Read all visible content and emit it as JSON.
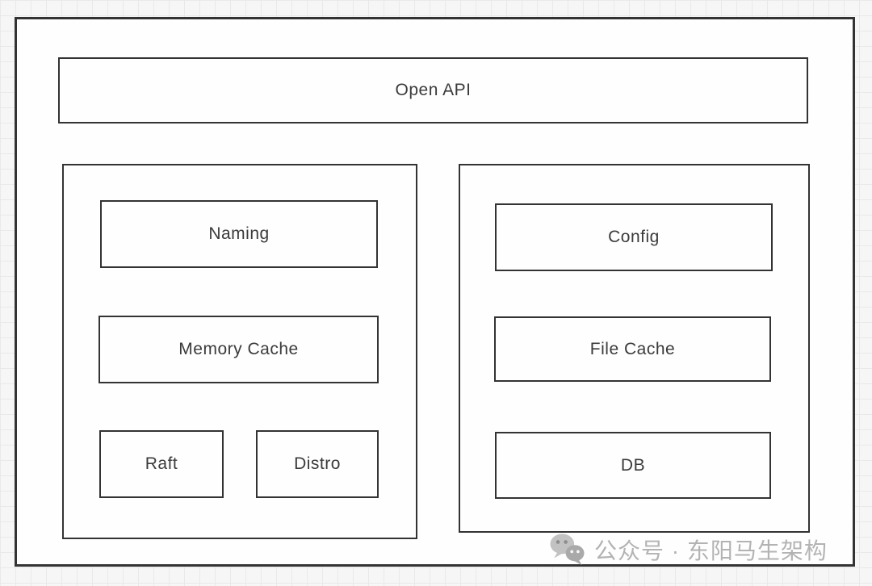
{
  "diagram": {
    "api_layer": {
      "label": "Open API"
    },
    "left_group": {
      "naming": {
        "label": "Naming"
      },
      "memory_cache": {
        "label": "Memory Cache"
      },
      "raft": {
        "label": "Raft"
      },
      "distro": {
        "label": "Distro"
      }
    },
    "right_group": {
      "config": {
        "label": "Config"
      },
      "file_cache": {
        "label": "File Cache"
      },
      "db": {
        "label": "DB"
      }
    }
  },
  "watermark": {
    "icon": "wechat-icon",
    "text": "公众号 · 东阳马生架构"
  },
  "colors": {
    "border": "#333333",
    "text": "#3b3b3b",
    "box_fill": "#fefefe",
    "grid_line": "#e9e9e9",
    "page_bg": "#f6f6f6",
    "watermark": "#b3b3b3"
  }
}
